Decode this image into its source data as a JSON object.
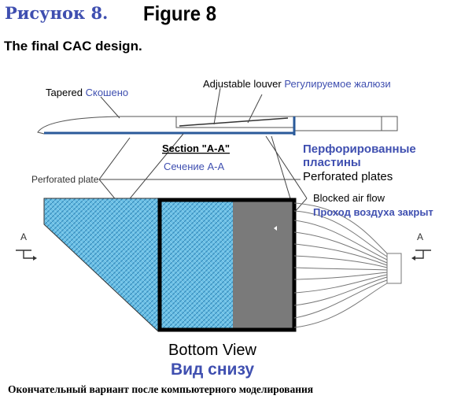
{
  "header": {
    "figure_ru": "Рисунок 8.",
    "figure_en": "Figure 8",
    "subtitle": "The final CAC design."
  },
  "diagram": {
    "labels": {
      "tapered_en": "Tapered",
      "tapered_ru": "Скошено",
      "louver_en": "Adjustable louver",
      "louver_ru": "Регулируемое жалюзи",
      "section_en": "Section \"A-A\"",
      "section_ru": "Сечение А-А",
      "perforated_ru_line1": "Перфорированные",
      "perforated_ru_line2": "пластины",
      "perforated_plates_en": "Perforated plates",
      "perforated_plate": "Perforated plate",
      "blocked_en": "Blocked air flow",
      "blocked_ru": "Проход воздуха закрыт",
      "section_mark_left": "A",
      "section_mark_right": "A",
      "bottom_view_en": "Bottom View",
      "bottom_view_ru": "Вид снизу"
    }
  },
  "footer": {
    "caption": "Окончательный вариант после компьютерного моделирования"
  },
  "colors": {
    "accent_blue": "#3f4fb0",
    "hatch_fill": "#5ab4dc",
    "blocked_gray": "#7a7a7a",
    "outline": "#000000"
  }
}
